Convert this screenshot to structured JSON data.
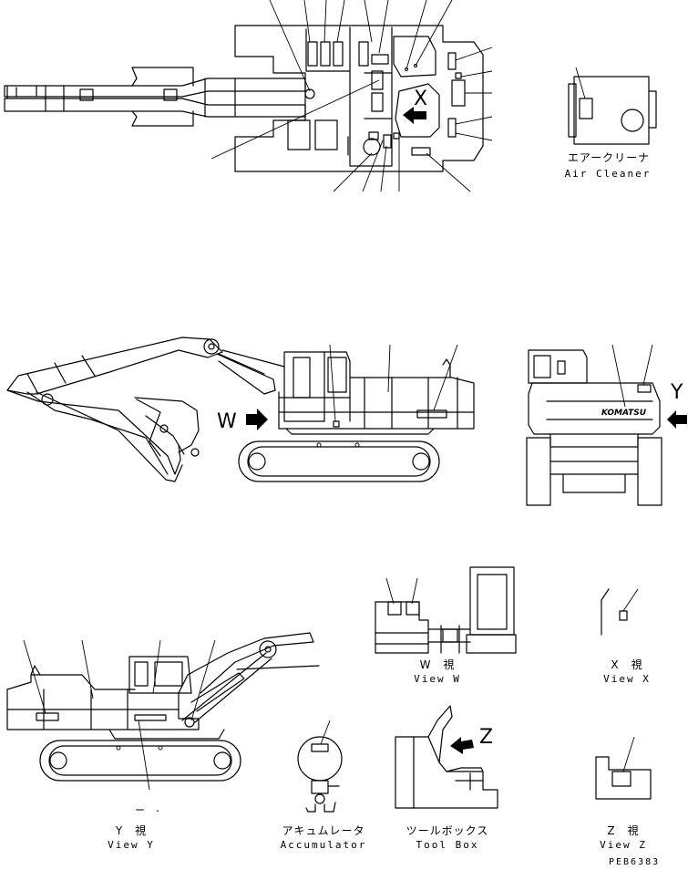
{
  "views": {
    "air_cleaner": {
      "jp": "エアークリーナ",
      "en": "Air Cleaner"
    },
    "view_w": {
      "jp": "W　視",
      "en": "View W"
    },
    "view_x": {
      "jp": "X　視",
      "en": "View X"
    },
    "view_y": {
      "jp": "Y　視",
      "en": "View Y"
    },
    "view_z": {
      "jp": "Z　視",
      "en": "View Z"
    },
    "accumulator": {
      "jp": "アキュムレータ",
      "en": "Accumulator"
    },
    "tool_box": {
      "jp": "ツールボックス",
      "en": "Tool Box"
    }
  },
  "markers": {
    "x": "X",
    "w": "W",
    "y": "Y",
    "z": "Z",
    "dash": "ー -"
  },
  "brand": "KOMATSU",
  "drawing_code": "PEB6383"
}
